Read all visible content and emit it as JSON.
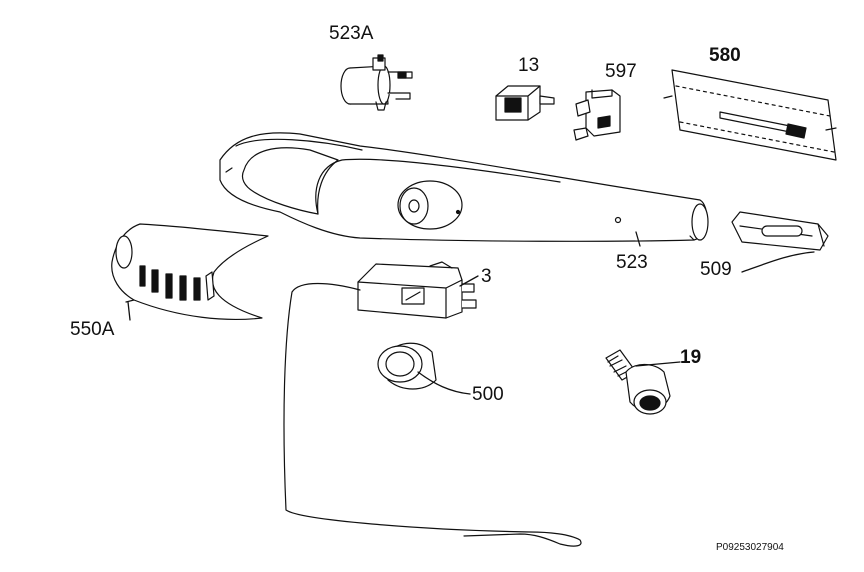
{
  "diagram": {
    "callouts": {
      "c523A": "523A",
      "c13": "13",
      "c597": "597",
      "c580": "580",
      "c523": "523",
      "c509": "509",
      "c3": "3",
      "c550A": "550A",
      "c500": "500",
      "c19": "19"
    },
    "reference_code": "P09253027904"
  }
}
